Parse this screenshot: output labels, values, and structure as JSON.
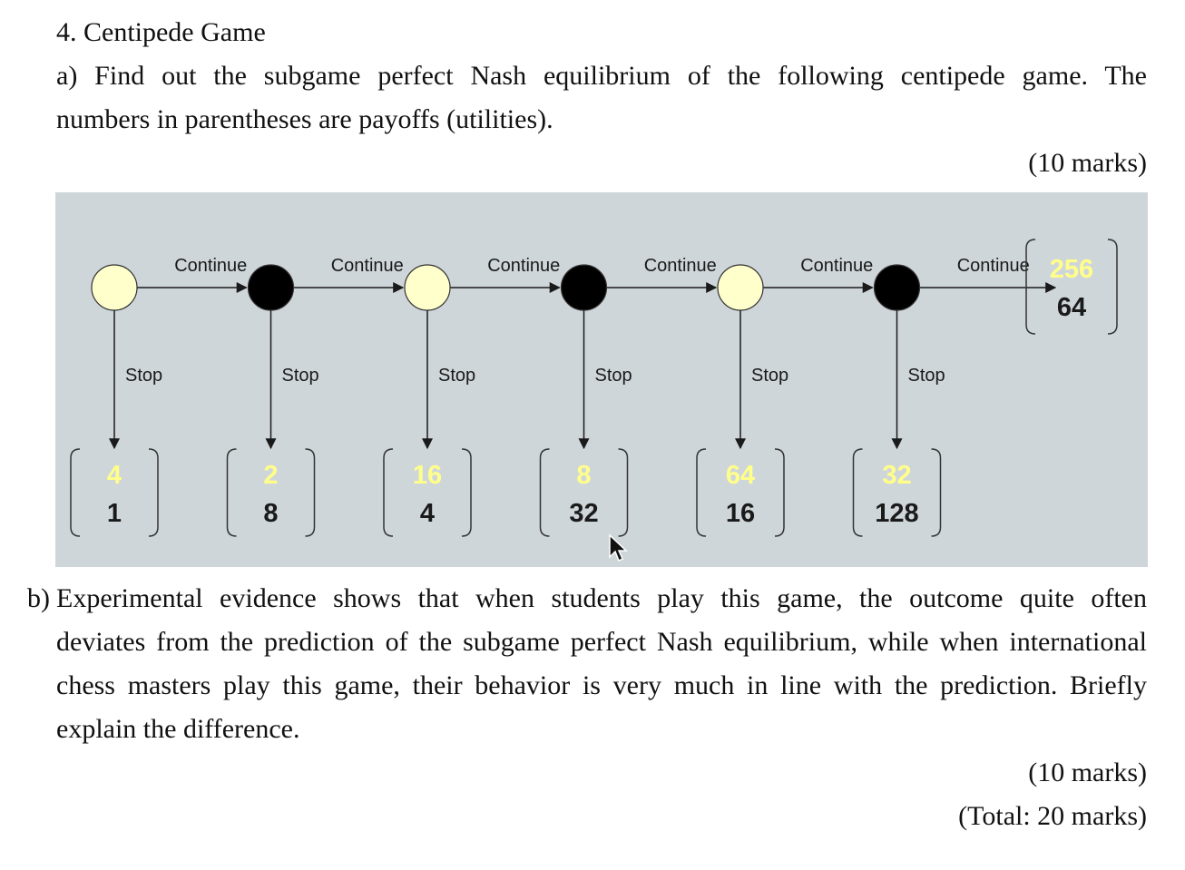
{
  "question": {
    "title": "4. Centipede Game",
    "part_a": {
      "line1": "a) Find out the subgame perfect Nash equilibrium of the following centipede game. The",
      "line2": "numbers in parentheses are payoffs (utilities).",
      "marks": "(10 marks)"
    },
    "part_b": {
      "label": "b)",
      "line1": "Experimental evidence shows that when students play this game, the outcome quite often",
      "line2": "deviates from the prediction of the subgame perfect Nash equilibrium, while when international",
      "line3": "chess masters play this game, their behavior is very much in line with the prediction. Briefly",
      "line4": "explain the difference.",
      "marks": "(10 marks)",
      "total": "(Total: 20 marks)"
    }
  },
  "game_tree": {
    "continue_label": "Continue",
    "stop_label": "Stop",
    "colors": {
      "background": "#cfd6da",
      "player1_node": "#ffffcc",
      "player2_node": "#000000",
      "payoff_player1": "#ffff8a",
      "payoff_player2": "#1a1a1a"
    },
    "nodes": [
      {
        "player": 1,
        "stop_payoff": [
          "4",
          "1"
        ]
      },
      {
        "player": 2,
        "stop_payoff": [
          "2",
          "8"
        ]
      },
      {
        "player": 1,
        "stop_payoff": [
          "16",
          "4"
        ]
      },
      {
        "player": 2,
        "stop_payoff": [
          "8",
          "32"
        ]
      },
      {
        "player": 1,
        "stop_payoff": [
          "64",
          "16"
        ]
      },
      {
        "player": 2,
        "stop_payoff": [
          "32",
          "128"
        ]
      }
    ],
    "terminal_payoff": [
      "256",
      "64"
    ]
  }
}
